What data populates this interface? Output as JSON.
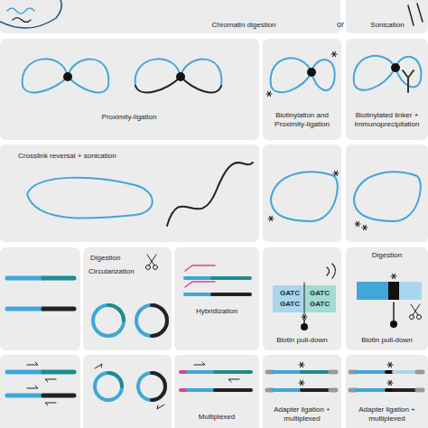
{
  "diagram": {
    "nodes": [
      {
        "text": [
          "Chromatin digestion"
        ]
      },
      {
        "text": [
          "Sonication"
        ]
      },
      {
        "text": [
          "Proximity-ligation"
        ]
      },
      {
        "text": [
          "Biotinylation and Proximity-ligation"
        ]
      },
      {
        "text": [
          "Biotinylated linker + Immunoprecipitation"
        ]
      },
      {
        "text": [
          "Crosslink reversal + sonication"
        ]
      },
      {
        "text": [
          "Digestion",
          "Circularization"
        ]
      },
      {
        "text": [
          "Hybridization"
        ]
      },
      {
        "text": [
          "Biotin pull-down"
        ]
      },
      {
        "text": [
          "Digestion",
          "Biotin pull-down"
        ]
      },
      {
        "text": [
          "Multiplexed"
        ]
      },
      {
        "text": [
          "Adapter ligation + multiplexed"
        ]
      },
      {
        "text": [
          "Adapter ligation + multiplexed"
        ]
      }
    ],
    "labels": [
      "or",
      "GATC",
      "GATC",
      "GATC",
      "GATC"
    ]
  }
}
